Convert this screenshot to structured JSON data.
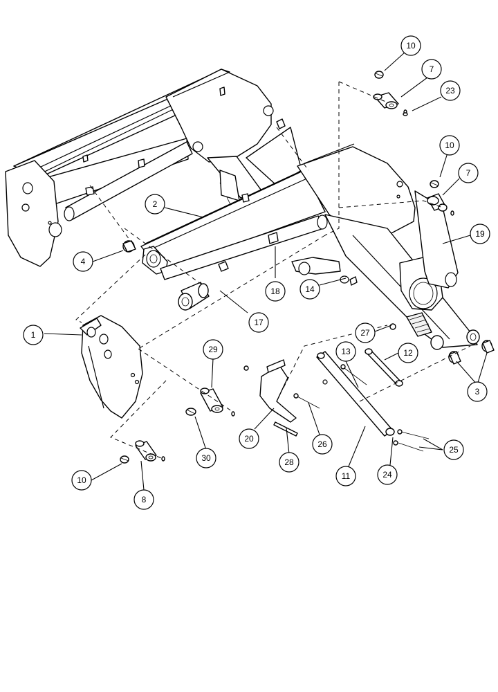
{
  "callouts": [
    {
      "id": "c10a",
      "label": "10"
    },
    {
      "id": "c7a",
      "label": "7"
    },
    {
      "id": "c23",
      "label": "23"
    },
    {
      "id": "c10b",
      "label": "10"
    },
    {
      "id": "c7b",
      "label": "7"
    },
    {
      "id": "c19",
      "label": "19"
    },
    {
      "id": "c2",
      "label": "2"
    },
    {
      "id": "c4",
      "label": "4"
    },
    {
      "id": "c18",
      "label": "18"
    },
    {
      "id": "c14",
      "label": "14"
    },
    {
      "id": "c17",
      "label": "17"
    },
    {
      "id": "c1",
      "label": "1"
    },
    {
      "id": "c27",
      "label": "27"
    },
    {
      "id": "c12",
      "label": "12"
    },
    {
      "id": "c13",
      "label": "13"
    },
    {
      "id": "c29",
      "label": "29"
    },
    {
      "id": "c3",
      "label": "3"
    },
    {
      "id": "c20",
      "label": "20"
    },
    {
      "id": "c26",
      "label": "26"
    },
    {
      "id": "c25",
      "label": "25"
    },
    {
      "id": "c30",
      "label": "30"
    },
    {
      "id": "c28",
      "label": "28"
    },
    {
      "id": "c10c",
      "label": "10"
    },
    {
      "id": "c24",
      "label": "24"
    },
    {
      "id": "c11",
      "label": "11"
    },
    {
      "id": "c8",
      "label": "8"
    }
  ]
}
